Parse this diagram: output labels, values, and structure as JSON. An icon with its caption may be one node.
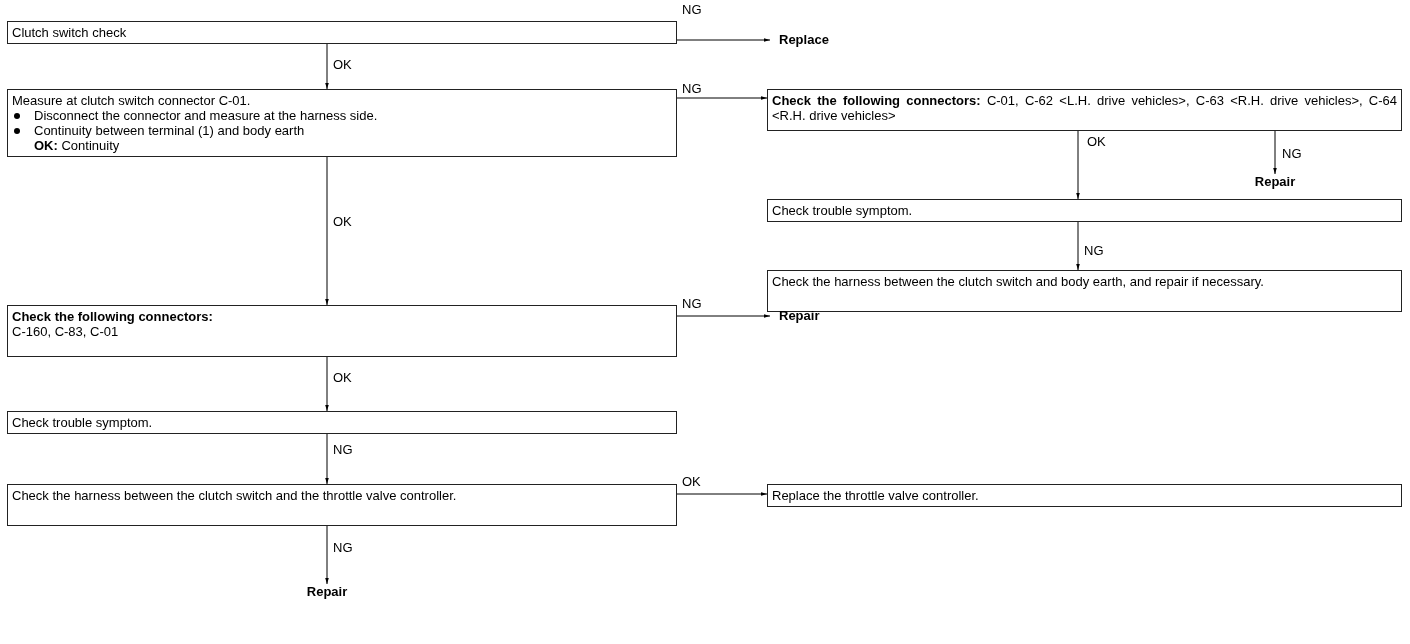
{
  "diagram": {
    "nodes": [
      {
        "text": [
          "Clutch switch check"
        ]
      },
      {
        "text": [
          "Replace"
        ]
      },
      {
        "text": [
          "Measure at clutch switch connector C-01.",
          "Disconnect the connector and measure at the harness side.",
          "Continuity between terminal (1) and body earth",
          "**OK:** Continuity"
        ]
      },
      {
        "text": [
          "**Check the following connectors:** C-01, C-62 <L.H. drive vehicles>, C-63 <R.H. drive vehicles>, C-64 <R.H. drive vehicles>"
        ]
      },
      {
        "text": [
          "Repair"
        ]
      },
      {
        "text": [
          "Check trouble symptom."
        ]
      },
      {
        "text": [
          "Check the harness between the clutch switch and body earth, and repair if necessary."
        ]
      },
      {
        "text": [
          "Check the following connectors:",
          "C-160, C-83, C-01"
        ]
      },
      {
        "text": [
          "Repair"
        ]
      },
      {
        "text": [
          "Check trouble symptom."
        ]
      },
      {
        "text": [
          "Check the harness between the clutch switch and the throttle valve controller."
        ]
      },
      {
        "text": [
          "Replace the throttle valve controller."
        ]
      },
      {
        "text": [
          "Repair"
        ]
      }
    ],
    "edges": [
      {
        "from": 0,
        "to": 1,
        "arrow": "to",
        "label": "NG"
      },
      {
        "from": 0,
        "to": 2,
        "arrow": "to",
        "label": "OK"
      },
      {
        "from": 2,
        "to": 3,
        "arrow": "to",
        "label": "NG"
      },
      {
        "from": 2,
        "to": 7,
        "arrow": "to",
        "label": "OK"
      },
      {
        "from": 3,
        "to": 5,
        "arrow": "to",
        "label": "OK"
      },
      {
        "from": 3,
        "to": 4,
        "arrow": "to",
        "label": "NG"
      },
      {
        "from": 5,
        "to": 6,
        "arrow": "to",
        "label": "NG"
      },
      {
        "from": 7,
        "to": 8,
        "arrow": "to",
        "label": "NG"
      },
      {
        "from": 7,
        "to": 9,
        "arrow": "to",
        "label": "OK"
      },
      {
        "from": 9,
        "to": 10,
        "arrow": "to",
        "label": "NG"
      },
      {
        "from": 10,
        "to": 11,
        "arrow": "to",
        "label": "OK"
      },
      {
        "from": 10,
        "to": 12,
        "arrow": "to",
        "label": "NG"
      }
    ]
  }
}
